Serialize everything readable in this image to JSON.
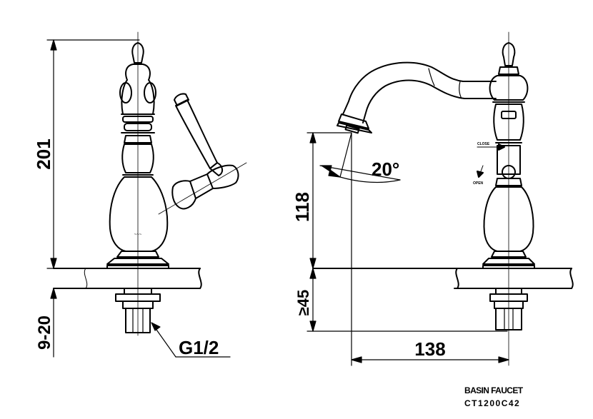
{
  "dimensions": {
    "total_height": "201",
    "deck_thickness": "9-20",
    "thread": "G1/2",
    "spout_angle": "20°",
    "spout_height": "118",
    "below_deck": "≥45",
    "reach": "138"
  },
  "side_labels": {
    "close": "CLOSE",
    "open": "OPEN"
  },
  "caption": {
    "product": "BASIN FAUCET",
    "model": "CT1200C42"
  },
  "colors": {
    "line": "#000000",
    "background": "#ffffff"
  }
}
